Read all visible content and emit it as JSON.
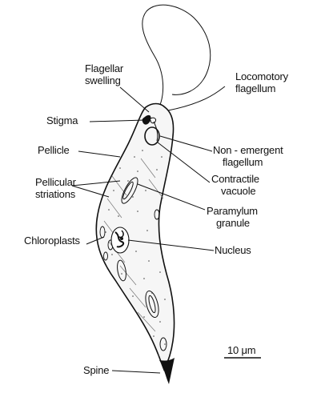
{
  "labels": {
    "flagellar_swelling": [
      "Flagellar",
      "swelling"
    ],
    "locomotory_flagellum": [
      "Locomotory",
      "flagellum"
    ],
    "stigma": "Stigma",
    "pellicle": "Pellicle",
    "pellicular_striations": [
      "Pellicular",
      "striations"
    ],
    "non_emergent_flagellum": [
      "Non - emergent",
      "flagellum"
    ],
    "contractile_vacuole": [
      "Contractile",
      "vacuole"
    ],
    "paramylum_granule": [
      "Paramylum",
      "granule"
    ],
    "chloroplasts": "Chloroplasts",
    "nucleus": "Nucleus",
    "scale_bar": "10 μm",
    "spine": "Spine"
  },
  "colors": {
    "ink": "#111111",
    "cell_fill": "#f6f6f6"
  }
}
